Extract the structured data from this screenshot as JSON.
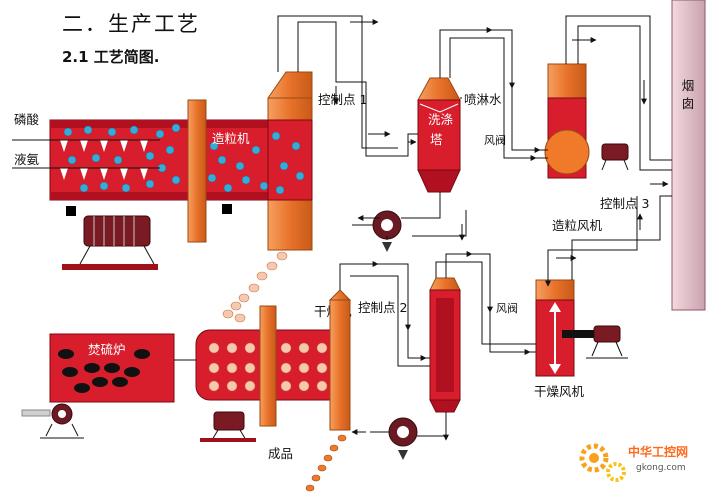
{
  "heading": "二．生产工艺",
  "subheading": "2.1 工艺简图.",
  "labels": {
    "phosphoric_acid": "磷酸",
    "liquid_ammonia": "液氨",
    "granulator": "造粒机",
    "control_point_1": "控制点 1",
    "spray_water": "喷淋水",
    "scrubber_line1": "洗涤",
    "scrubber_line2": "塔",
    "damper_1": "风阀",
    "granulation_fan": "造粒风机",
    "control_point_3": "控制点 3",
    "chimney": "烟囱",
    "dryer": "干燥机",
    "control_point_2": "控制点 2",
    "damper_2": "风阀",
    "drying_fan": "干燥风机",
    "sulfur_furnace": "焚硫炉",
    "product": "成品"
  },
  "watermark": {
    "brand": "中华工控网",
    "url": "gkong.com"
  },
  "colors": {
    "red": "#e01a2a",
    "dark_red": "#a01018",
    "orange": "#f07a2a",
    "ball": "#3aa9d6",
    "pellet": "#f7c8b0",
    "chimney": "#e9c9d0"
  }
}
